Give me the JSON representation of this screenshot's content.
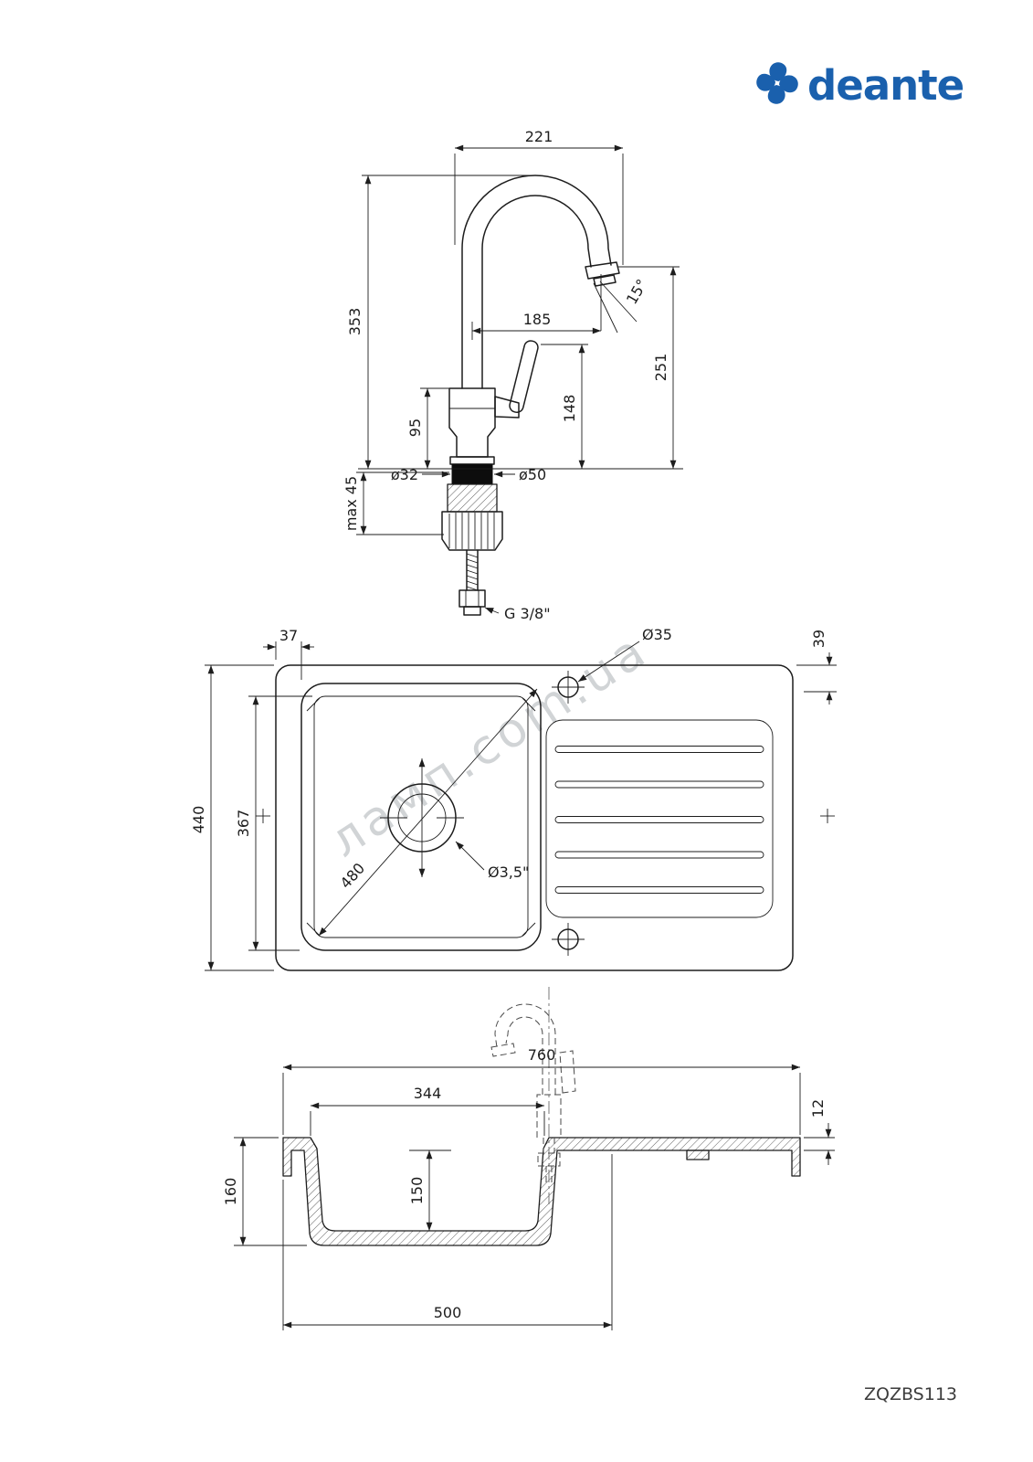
{
  "brand": {
    "name": "deante"
  },
  "product_code": "ZQZBS113",
  "watermark": "ламп.com.ua",
  "views": {
    "faucet": {
      "spout_width": "221",
      "total_height": "353",
      "spout_reach": "185",
      "outlet_height": "251",
      "handle_height": "148",
      "body_height": "95",
      "spout_angle": "15°",
      "base_diameter": "ø32",
      "flange_diameter": "ø50",
      "mount_thickness": "max 45",
      "connector_thread": "G 3/8\""
    },
    "top": {
      "left_offset": "37",
      "top_offset": "39",
      "tap_hole_diameter": "Ø35",
      "overall_depth": "440",
      "bowl_depth": "367",
      "bowl_diagonal": "480",
      "drain_diameter": "Ø3,5\""
    },
    "section": {
      "overall_width": "760",
      "bowl_width": "344",
      "rim_thickness": "12",
      "overall_height": "160",
      "bowl_height": "150",
      "base_width": "500"
    }
  }
}
